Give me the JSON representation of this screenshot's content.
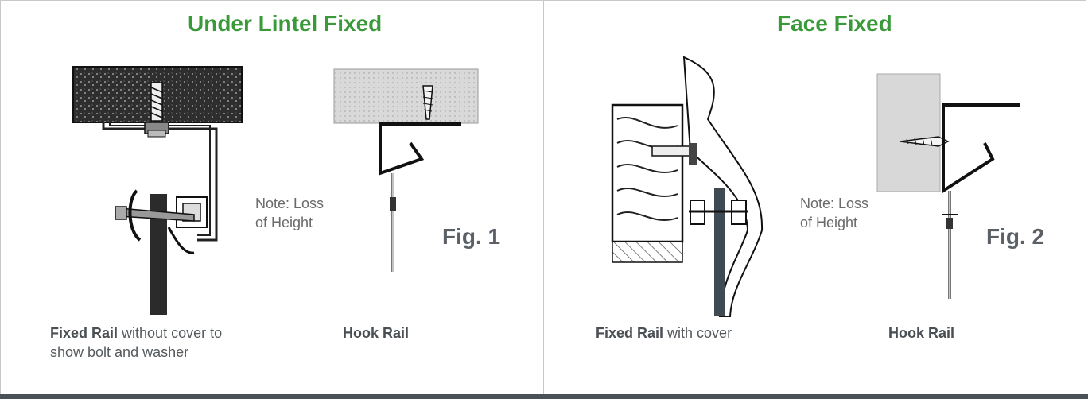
{
  "left": {
    "title": "Under Lintel Fixed",
    "note_line1": "Note: Loss",
    "note_line2": "of Height",
    "fig_label": "Fig. 1",
    "caption1_bold": "Fixed Rail",
    "caption1_line1_rest": " without cover to",
    "caption1_line2": "show bolt and washer",
    "caption2_bold": "Hook Rail"
  },
  "right": {
    "title": "Face Fixed",
    "note_line1": "Note: Loss",
    "note_line2": "of Height",
    "fig_label": "Fig. 2",
    "caption1_bold": "Fixed Rail",
    "caption1_rest": " with cover",
    "caption2_bold": "Hook Rail"
  },
  "colors": {
    "title_green": "#3a9a3a",
    "rail_dark": "#3f4a52",
    "concrete": "#d6d6d6",
    "lintel": "#3a3a3a"
  }
}
